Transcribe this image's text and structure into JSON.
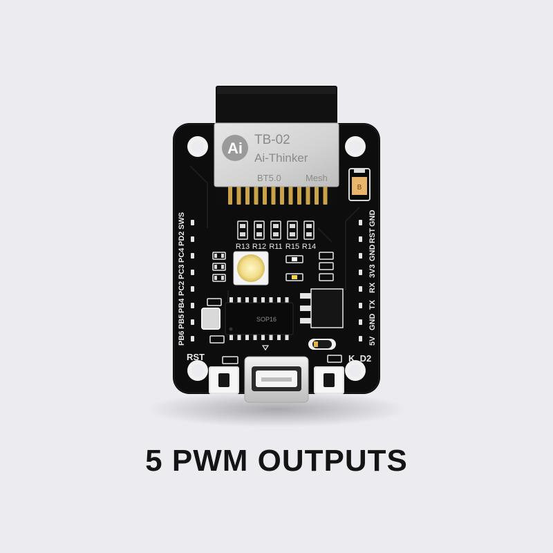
{
  "module": {
    "model": "TB-02",
    "brand": "Ai-Thinker",
    "logo_text": "Ai",
    "bluetooth": "BT5.0",
    "mesh": "Mesh"
  },
  "board": {
    "resistor_labels": [
      "R13",
      "R12",
      "R11",
      "R15",
      "R14"
    ],
    "left_header_labels": [
      "SWS",
      "PD2",
      "PC4",
      "PC3",
      "PC2",
      "PB4",
      "PB5",
      "PB6"
    ],
    "right_header_labels": [
      "GND",
      "RST",
      "GND",
      "3V3",
      "RX",
      "TX",
      "GND",
      "5V"
    ],
    "chip_label": "SOP16",
    "battery_label": "B",
    "rst_label": "RST",
    "key_label": "K_D2"
  },
  "headline": "5 PWM OUTPUTS",
  "colors": {
    "background": "#ecebf0",
    "pcb": "#0d0d0d",
    "silkscreen": "#e9e9e9",
    "shield": "#d4d4d4",
    "gold": "#c9a24a"
  }
}
